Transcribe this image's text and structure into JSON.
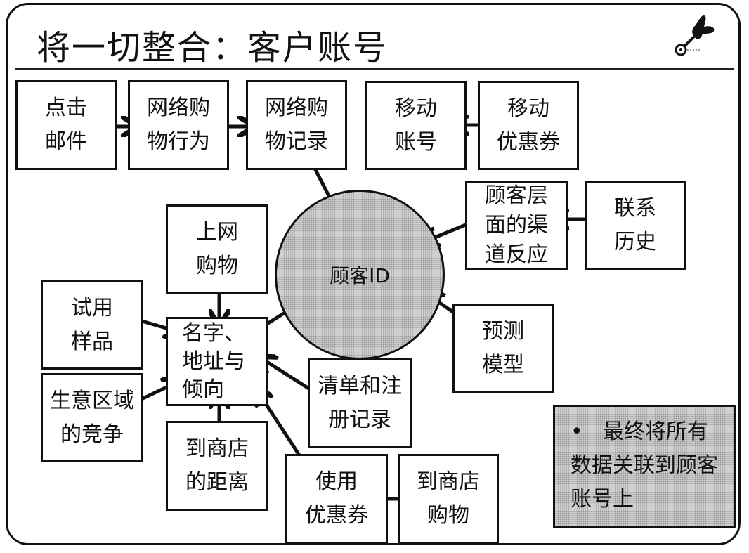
{
  "title": "将一切整合：客户账号",
  "logo": {
    "icon": "pushpin-icon"
  },
  "center": {
    "label": "顾客ID"
  },
  "boxes": {
    "click_email": "点击\n邮件",
    "online_behavior": "网络购\n物行为",
    "online_records": "网络购\n物记录",
    "mobile_account": "移动\n账号",
    "mobile_coupon": "移动\n优惠券",
    "channel_response": "顾客层\n面的渠\n道反应",
    "contact_history": "联系\n历史",
    "online_shopping": "上网\n购物",
    "trial_samples": "试用\n样品",
    "name_address": "名字、\n地址与\n倾向",
    "competition": "生意区域\n的竞争",
    "store_distance": "到商店\n的距离",
    "list_registry": "清单和注\n册记录",
    "predictive_model": "预测\n模型",
    "use_coupon": "使用\n优惠券",
    "store_shopping": "到商店\n购物"
  },
  "note": {
    "bullet": "•",
    "text": "最终将所有数据关联到顾客账号上"
  }
}
